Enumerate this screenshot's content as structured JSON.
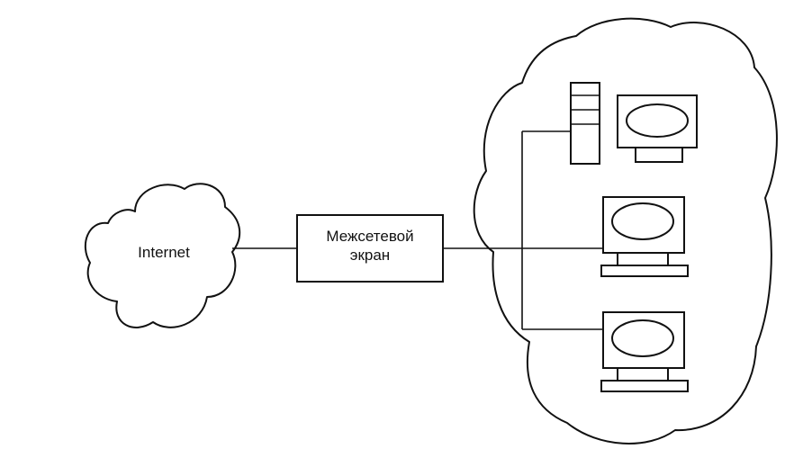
{
  "internet": {
    "label": "Internet"
  },
  "firewall": {
    "line1": "Межсетевой",
    "line2": "экран"
  },
  "icons": {
    "internet_cloud": "cloud-icon",
    "local_network": "cloud-icon",
    "server": "server-tower-icon",
    "workstation": "computer-workstation-icon"
  }
}
